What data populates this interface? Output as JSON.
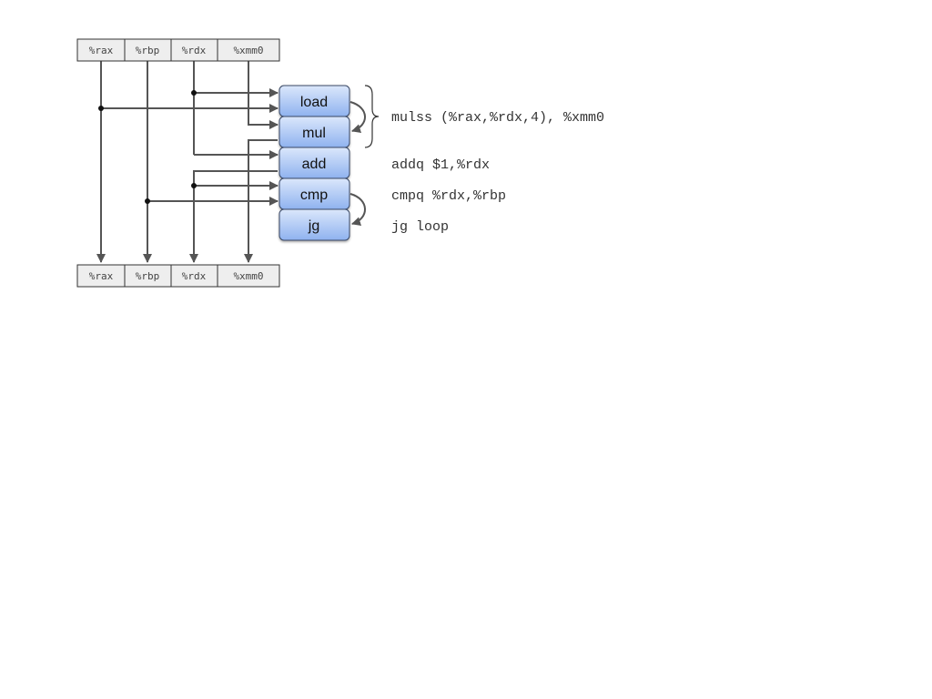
{
  "registers_top": [
    "%rax",
    "%rbp",
    "%rdx",
    "%xmm0"
  ],
  "registers_bottom": [
    "%rax",
    "%rbp",
    "%rdx",
    "%xmm0"
  ],
  "operations": [
    "load",
    "mul",
    "add",
    "cmp",
    "jg"
  ],
  "instructions": [
    "mulss (%rax,%rdx,4), %xmm0",
    "addq $1,%rdx",
    "cmpq %rdx,%rbp",
    "jg loop"
  ],
  "colors": {
    "op_fill_top": "#dbe7fb",
    "op_fill_bottom": "#8fb2ef",
    "op_border": "#3a4a66",
    "reg_fill": "#eeeeee",
    "wire": "#555555"
  }
}
